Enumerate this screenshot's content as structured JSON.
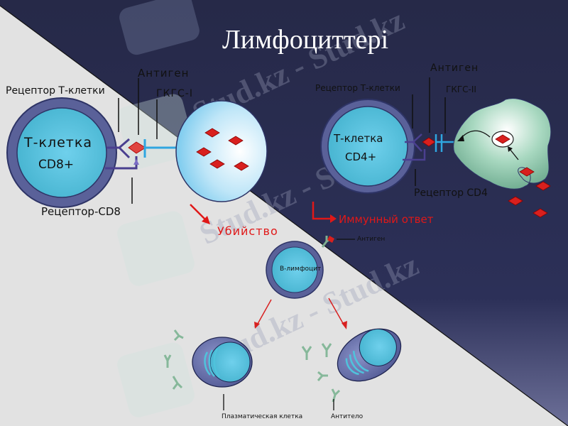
{
  "slide": {
    "title": "Лимфоциттері",
    "colors": {
      "dark_bg": "#272a4d",
      "light_bg": "#e2e2e2",
      "accent_red": "#e01818",
      "cell_cyan": "#5bc4de",
      "cell_ring": "#5a6199",
      "antigen_red": "#d8201e",
      "apc_green": "#8fc7ac",
      "antibody_green": "#8fbf9f"
    },
    "watermark": "Stud.kz - Stud.kz"
  },
  "cd8_panel": {
    "cell_label_1": "Т-клетка",
    "cell_label_2": "CD8+",
    "label_tcr": "Рецептор Т-клетки",
    "label_antigen": "Антиген",
    "label_mhc": "ГКГС-I",
    "label_cd8": "Рецептор-CD8",
    "outcome": "Убийство"
  },
  "cd4_panel": {
    "cell_label_1": "Т-клетка",
    "cell_label_2": "CD4+",
    "label_tcr": "Рецептор Т-клетки",
    "label_antigen": "Антиген",
    "label_mhc": "ГКГС-II",
    "label_cd4": "Рецептор CD4",
    "outcome": "Иммунный ответ"
  },
  "b_panel": {
    "cell_label": "B-лимфоцит",
    "label_antigen": "Антиген",
    "label_plasma": "Плазматическая клетка",
    "label_antibody": "Антитело"
  }
}
